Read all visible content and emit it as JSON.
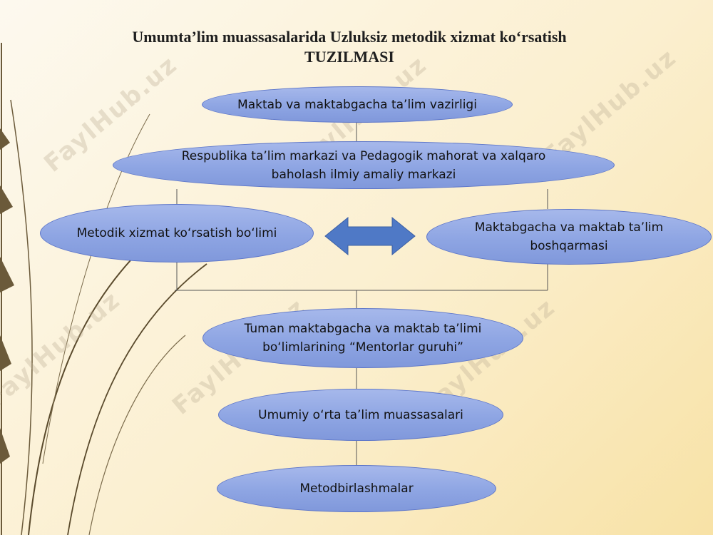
{
  "title": {
    "line1": "Umumta’lim muassasalarida Uzluksiz metodik xizmat ko‘rsatish",
    "line2": "TUZILMASI"
  },
  "nodes": {
    "ministry": "Maktab va maktabgacha ta’lim vazirligi",
    "republic_center_line1": "Respublika ta’lim markazi va Pedagogik mahorat va xalqaro",
    "republic_center_line2": "baholash ilmiy amaliy markazi",
    "methodical_department": "Metodik xizmat ko‘rsatish bo‘limi",
    "education_administration_line1": "Maktabgacha va maktab ta’lim",
    "education_administration_line2": "boshqarmasi",
    "district_mentors_line1": "Tuman maktabgacha va maktab ta’limi",
    "district_mentors_line2": "bo‘limlarining “Mentorlar guruhi”",
    "general_schools": "Umumiy o‘rta ta’lim muassasalari",
    "method_associations": "Metodbirlashmalar"
  },
  "watermark": "FaylHub.uz",
  "colors": {
    "node_fill": "#8ea5e3",
    "node_border": "#5d76c9",
    "arrow_fill": "#4f79c6",
    "connector": "#555555",
    "background": "#fbefcf"
  }
}
